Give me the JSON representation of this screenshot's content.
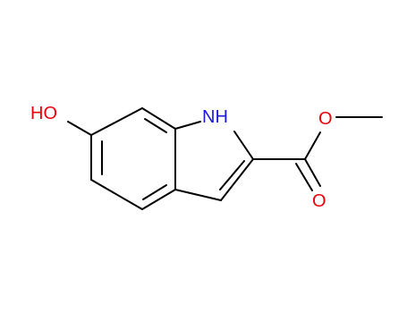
{
  "molecule": {
    "atoms": {
      "hydroxyl": "HO",
      "nh": "NH",
      "ester_o": "O",
      "carbonyl_o": "O"
    },
    "colors": {
      "oxygen": "#e8000b",
      "nitrogen": "#1a1ad8",
      "carbon_bond": "#000000"
    }
  }
}
